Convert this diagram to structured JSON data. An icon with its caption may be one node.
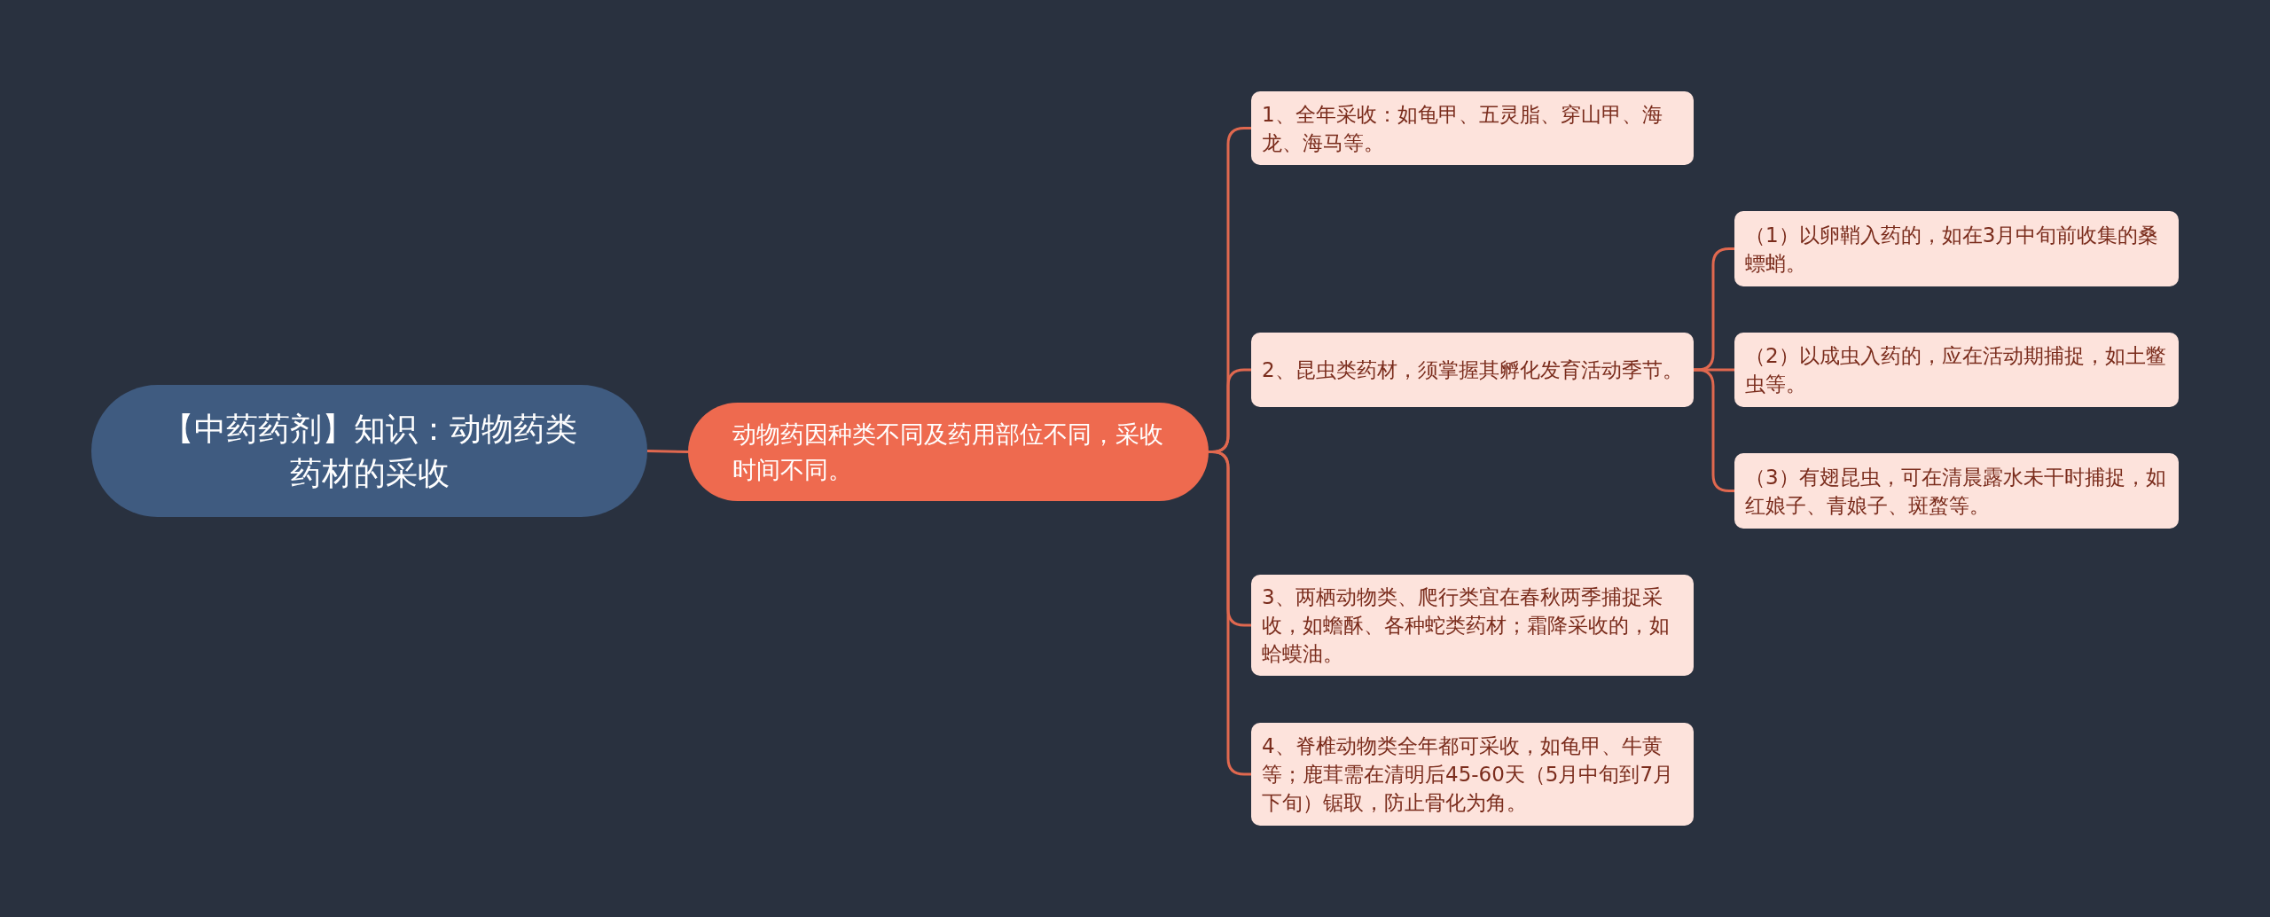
{
  "diagram": {
    "nodes": [
      {
        "text": [
          "【中药药剂】知识：动物药类药材的采收"
        ]
      },
      {
        "text": [
          "动物药因种类不同及药用部位不同，采收时间不同。"
        ]
      },
      {
        "text": [
          "1、全年采收：如龟甲、五灵脂、穿山甲、海龙、海马等。"
        ]
      },
      {
        "text": [
          "2、昆虫类药材，须掌握其孵化发育活动季节。"
        ]
      },
      {
        "text": [
          "（1）以卵鞘入药的，如在3月中旬前收集的桑螵蛸。"
        ]
      },
      {
        "text": [
          "（2）以成虫入药的，应在活动期捕捉，如土鳖虫等。"
        ]
      },
      {
        "text": [
          "（3）有翅昆虫，可在清晨露水未干时捕捉，如红娘子、青娘子、斑蝥等。"
        ]
      },
      {
        "text": [
          "3、两栖动物类、爬行类宜在春秋两季捕捉采收，如蟾酥、各种蛇类药材；霜降采收的，如蛤蟆油。"
        ]
      },
      {
        "text": [
          "4、脊椎动物类全年都可采收，如龟甲、牛黄等；鹿茸需在清明后45-60天（5月中旬到7月下旬）锯取，防止骨化为角。"
        ]
      }
    ],
    "edges": [
      {
        "from": 0,
        "to": 1,
        "arrow": "none"
      },
      {
        "from": 1,
        "to": 2,
        "arrow": "none"
      },
      {
        "from": 1,
        "to": 3,
        "arrow": "none"
      },
      {
        "from": 3,
        "to": 4,
        "arrow": "none"
      },
      {
        "from": 3,
        "to": 5,
        "arrow": "none"
      },
      {
        "from": 3,
        "to": 6,
        "arrow": "none"
      },
      {
        "from": 1,
        "to": 7,
        "arrow": "none"
      },
      {
        "from": 1,
        "to": 8,
        "arrow": "none"
      }
    ]
  }
}
